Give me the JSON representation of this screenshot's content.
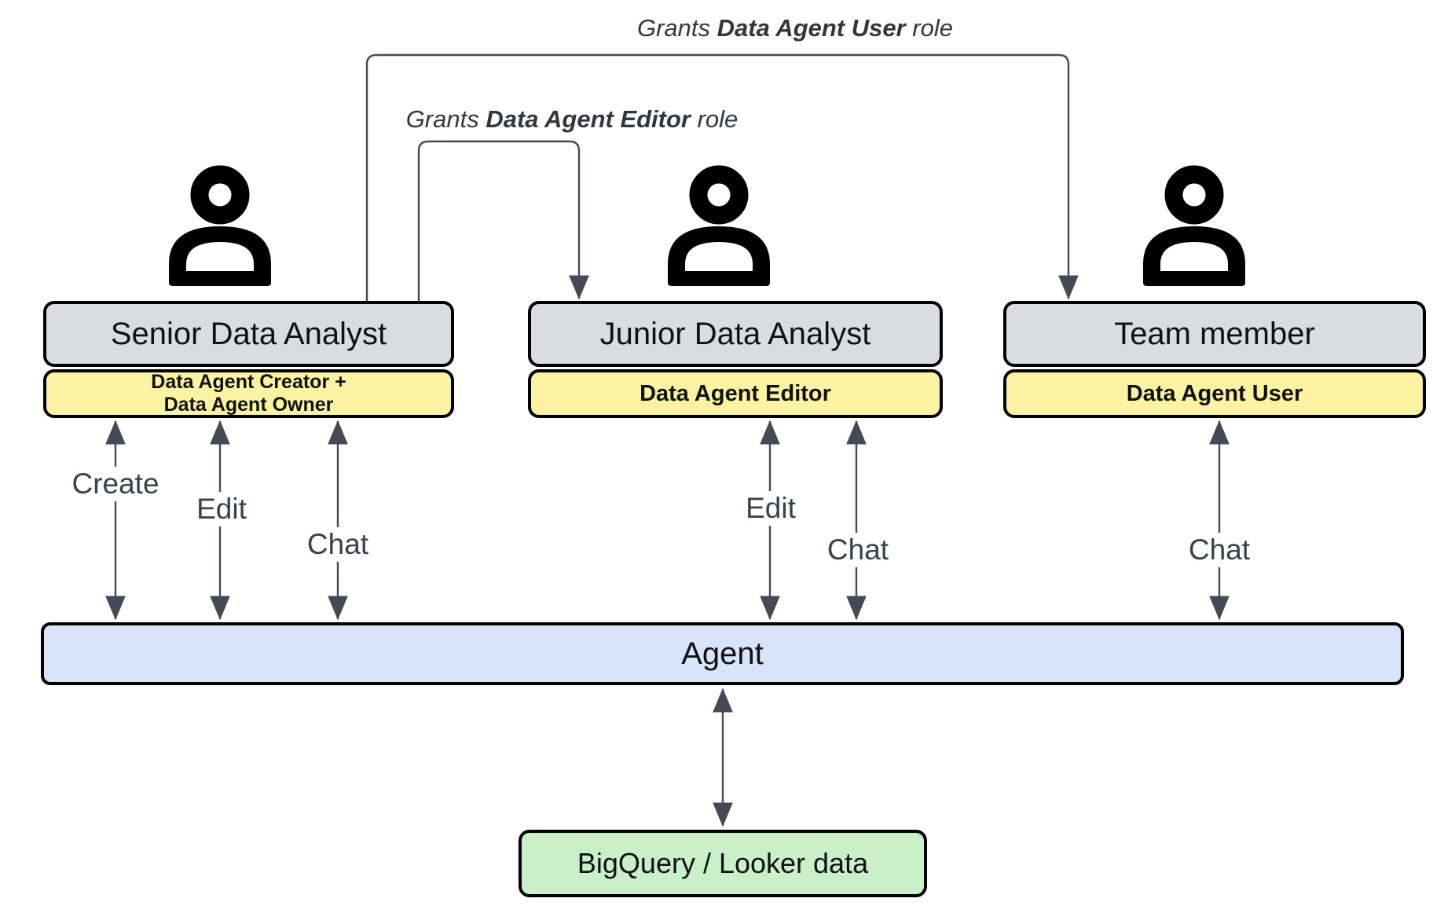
{
  "title_connectors": [
    {
      "prefix": "Grants ",
      "bold": "Data Agent User",
      "suffix": " role"
    },
    {
      "prefix": "Grants ",
      "bold": "Data Agent Editor",
      "suffix": " role"
    }
  ],
  "actors": [
    {
      "title": "Senior Data Analyst",
      "role_line1": "Data Agent Creator +",
      "role_line2": "Data Agent Owner"
    },
    {
      "title": "Junior Data Analyst",
      "role": "Data Agent Editor"
    },
    {
      "title": "Team member",
      "role": "Data Agent User"
    }
  ],
  "action_labels": {
    "create": "Create",
    "edit": "Edit",
    "chat": "Chat"
  },
  "agent": {
    "label": "Agent"
  },
  "datasource": {
    "label": "BigQuery / Looker data"
  },
  "colors": {
    "gray_fill": "#d9dde3",
    "yellow_fill": "#fbf3a2",
    "blue_fill": "#d8e4f9",
    "green_fill": "#c9f0c9",
    "line": "#444b57",
    "border": "#000000"
  }
}
